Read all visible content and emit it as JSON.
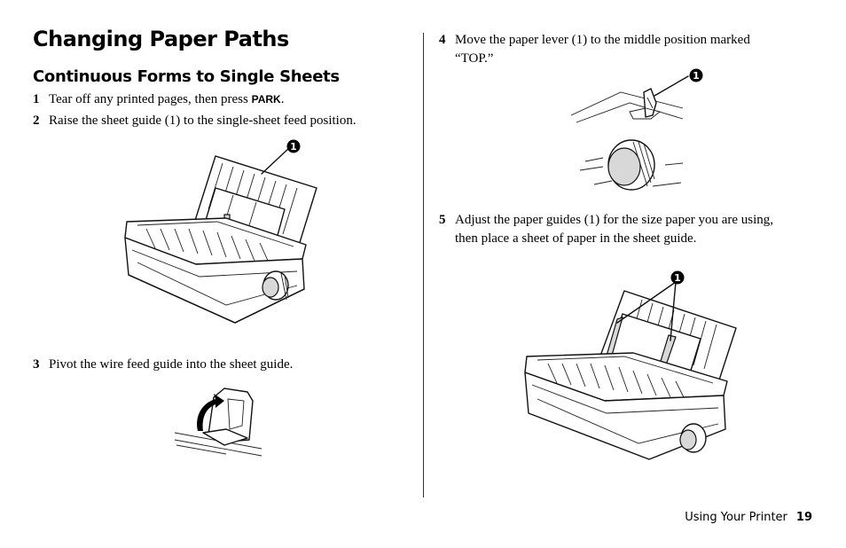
{
  "title": "Changing Paper Paths",
  "section": "Continuous Forms to Single Sheets",
  "steps": [
    {
      "num": "1",
      "text_before": "Tear off any printed pages, then press ",
      "key": "PARK",
      "text_after": "."
    },
    {
      "num": "2",
      "text": "Raise the sheet guide (1) to the single-sheet feed position."
    },
    {
      "num": "3",
      "text": "Pivot the wire feed guide into the sheet guide."
    },
    {
      "num": "4",
      "line1": "Move the paper lever (1) to the middle position marked",
      "line2": "“TOP.”"
    },
    {
      "num": "5",
      "line1": "Adjust the paper guides (1) for the size paper you are using,",
      "line2": "then place a sheet of paper in the sheet guide."
    }
  ],
  "callout": "1",
  "footer": {
    "label": "Using Your Printer",
    "page": "19"
  }
}
